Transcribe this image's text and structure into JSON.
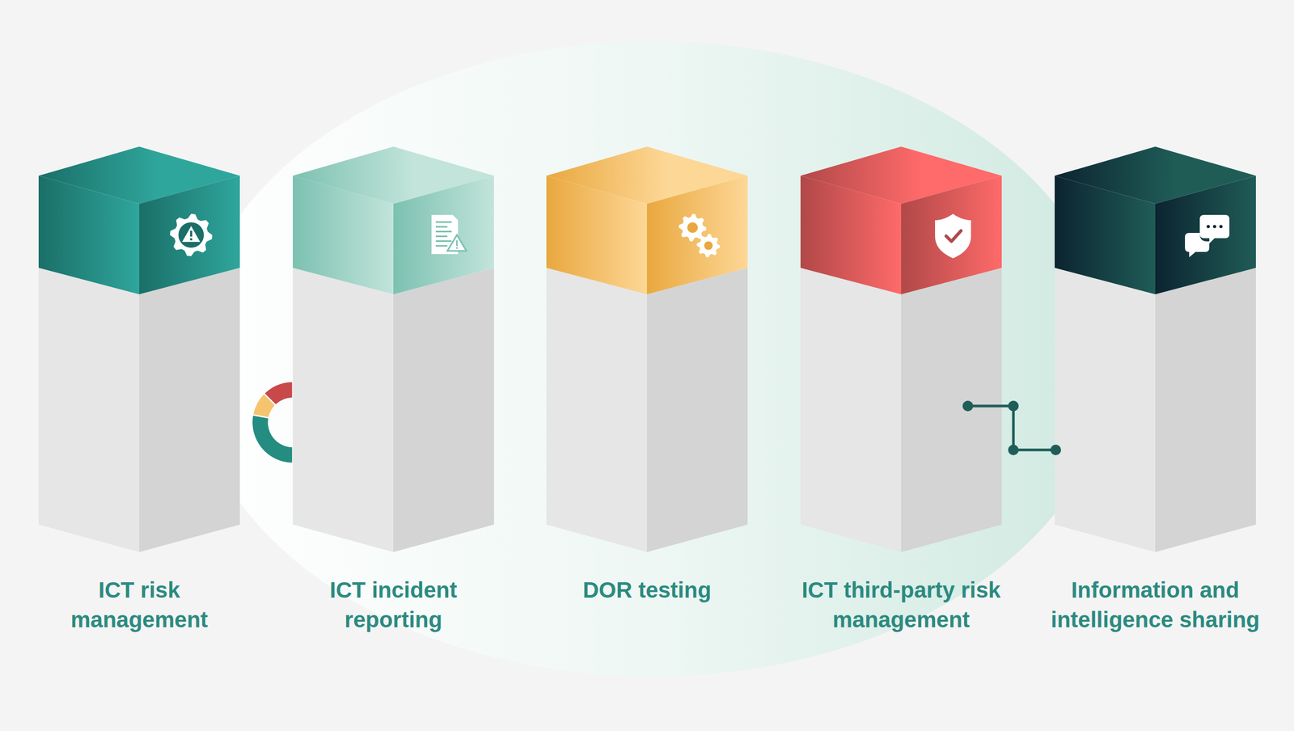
{
  "diagram": {
    "nodes": [
      {
        "text": [
          "ICT risk management"
        ]
      },
      {
        "text": [
          "ICT incident reporting"
        ]
      },
      {
        "text": [
          "DOR testing"
        ]
      },
      {
        "text": [
          "ICT third-party risk management"
        ]
      },
      {
        "text": [
          "Information and intelligence sharing"
        ]
      }
    ]
  }
}
